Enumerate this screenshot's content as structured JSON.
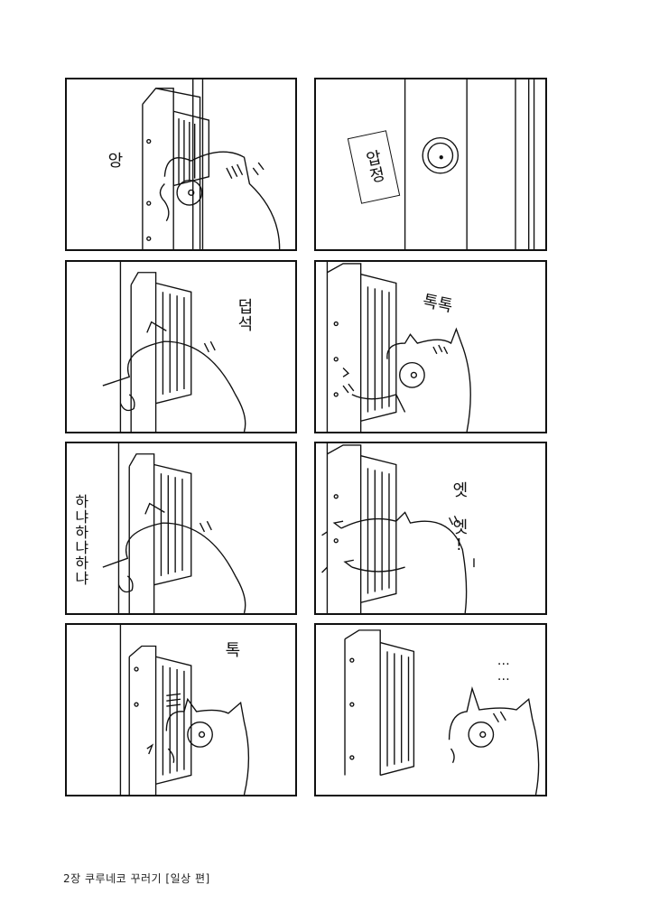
{
  "panels": [
    {
      "id": "p1",
      "text": "앙"
    },
    {
      "id": "p2",
      "text": "압정"
    },
    {
      "id": "p3",
      "text": "덥석"
    },
    {
      "id": "p4",
      "text": "톡톡"
    },
    {
      "id": "p5",
      "text": "하냐하냐하냐"
    },
    {
      "id": "p6",
      "text": "엣 엣!"
    },
    {
      "id": "p7",
      "text": "톡"
    },
    {
      "id": "p8",
      "text": "……"
    }
  ],
  "footer": {
    "text": "2장 쿠루네코 꾸러기 [일상 편]"
  }
}
